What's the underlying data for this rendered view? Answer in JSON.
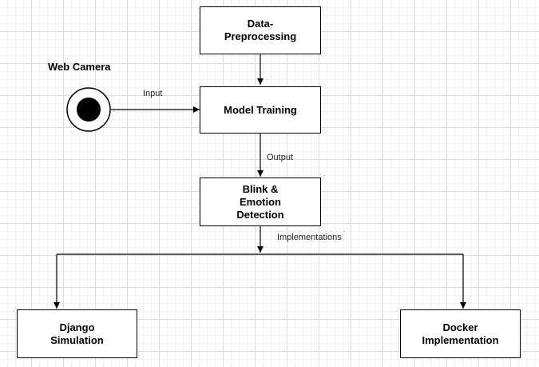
{
  "nodes": {
    "preprocessing": "Data-\nPreprocessing",
    "model_training": "Model Training",
    "detection": "Blink &\nEmotion\nDetection",
    "django": "Django\nSimulation",
    "docker": "Docker\nImplementation"
  },
  "source": {
    "title": "Web Camera"
  },
  "edges": {
    "input": "Input",
    "output": "Output",
    "implementations": "Implementations"
  },
  "colors": {
    "stroke": "#000000",
    "grid": "#dcdcdc"
  }
}
